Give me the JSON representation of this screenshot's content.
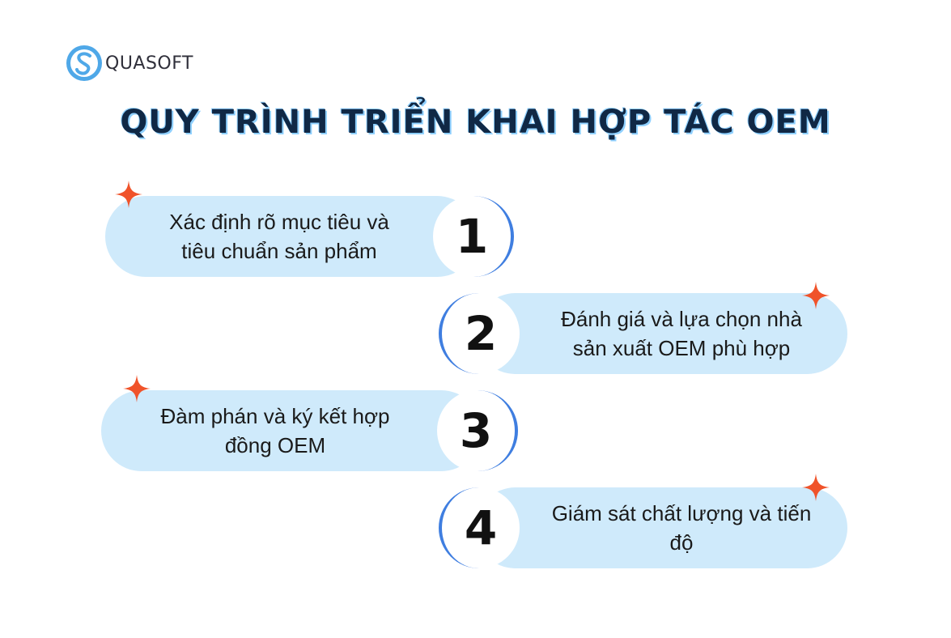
{
  "brand": {
    "name": "QUASOFT"
  },
  "title": "QUY TRÌNH TRIỂN KHAI HỢP TÁC OEM",
  "steps": [
    {
      "number": "1",
      "text": "Xác định rõ mục tiêu và tiêu chuẩn sản phẩm"
    },
    {
      "number": "2",
      "text": "Đánh giá và lựa chọn nhà sản xuất OEM phù hợp"
    },
    {
      "number": "3",
      "text": "Đàm phán và ký kết hợp đồng OEM"
    },
    {
      "number": "4",
      "text": "Giám sát chất lượng và tiến độ"
    }
  ],
  "colors": {
    "title": "#102845",
    "pill": "#cfeafb",
    "arc": "#3f7ee0",
    "sparkle": "#f0532a"
  }
}
